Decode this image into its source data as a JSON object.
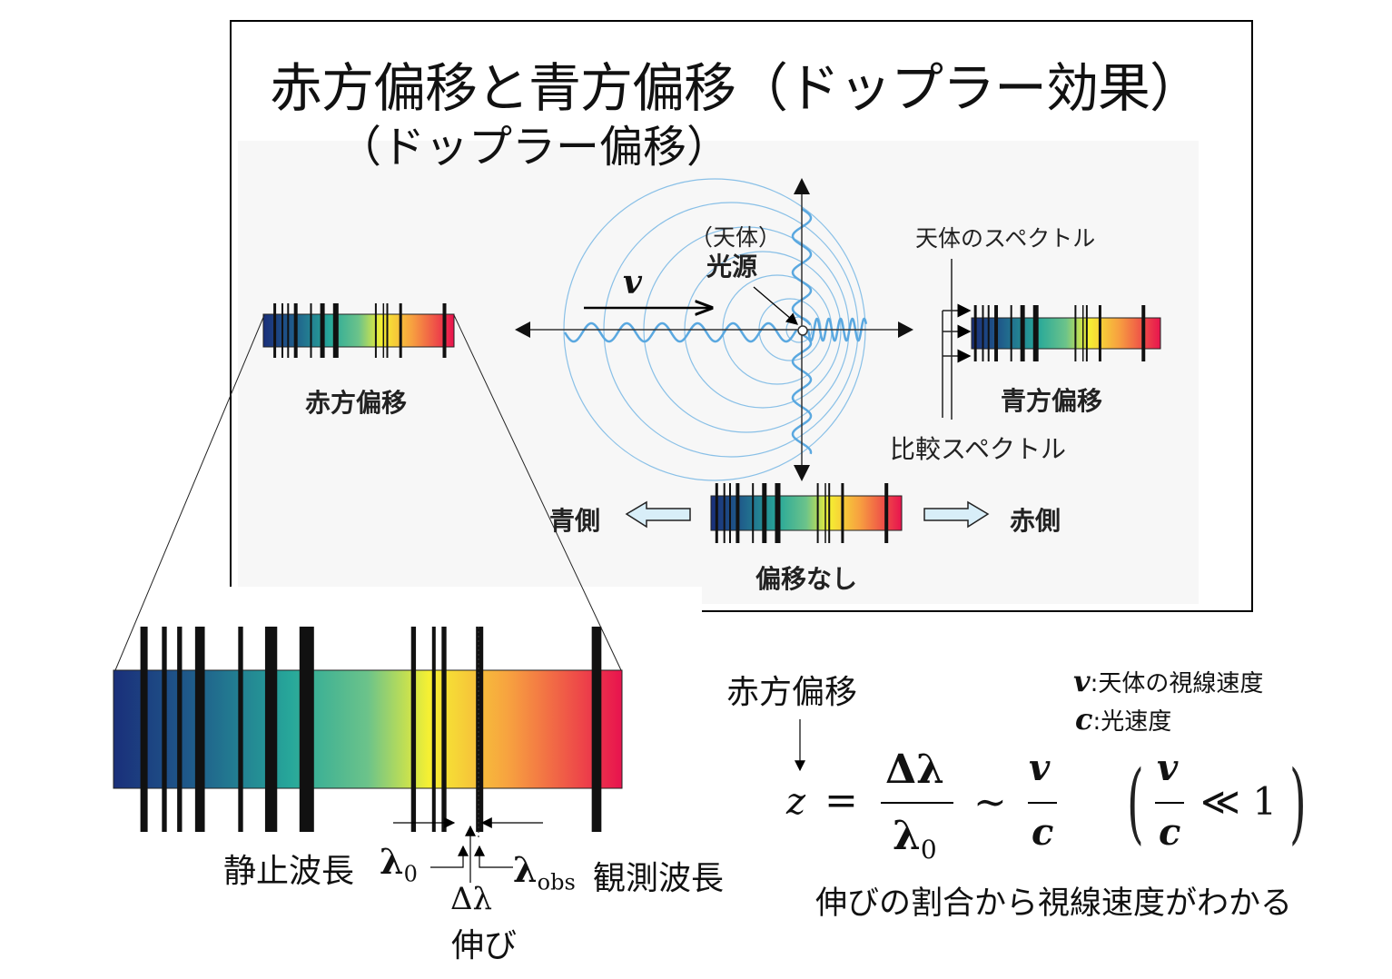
{
  "title": "赤方偏移と青方偏移（ドップラー効果）",
  "subtitle": "（ドップラー偏移）",
  "diagram": {
    "velocity_symbol": "v",
    "source_paren": "（天体）",
    "source": "光源",
    "object_spectrum": "天体のスペクトル",
    "comparison_spectrum": "比較スペクトル",
    "redshift": "赤方偏移",
    "blueshift": "青方偏移",
    "no_shift": "偏移なし",
    "blue_side": "青側",
    "red_side": "赤側"
  },
  "zoom": {
    "rest_wavelength": "静止波長",
    "lambda0": "λ",
    "lambda0_sub": "0",
    "lambda_obs": "λ",
    "lambda_obs_sub": "obs",
    "observed_wavelength": "観測波長",
    "delta_lambda": "Δλ",
    "stretch": "伸び"
  },
  "formula": {
    "label": "赤方偏移",
    "legend_v_symbol": "v",
    "legend_v": ":天体の視線速度",
    "legend_c_symbol": "c",
    "legend_c": ":光速度",
    "z": "z",
    "eq": "=",
    "num1": "Δλ",
    "den1": "λ",
    "den1_sub": "0",
    "approx": "~",
    "num2": "v",
    "den2": "c",
    "cond_num": "v",
    "cond_den": "c",
    "cond_rel": "≪ 1",
    "caption": "伸びの割合から視線速度がわかる"
  },
  "colors": {
    "wave": "#5aa8e0",
    "spectrum_blue": "#1a2f7a",
    "spectrum_teal": "#27a89a",
    "spectrum_yellow": "#f5f032",
    "spectrum_red": "#e8134e"
  }
}
